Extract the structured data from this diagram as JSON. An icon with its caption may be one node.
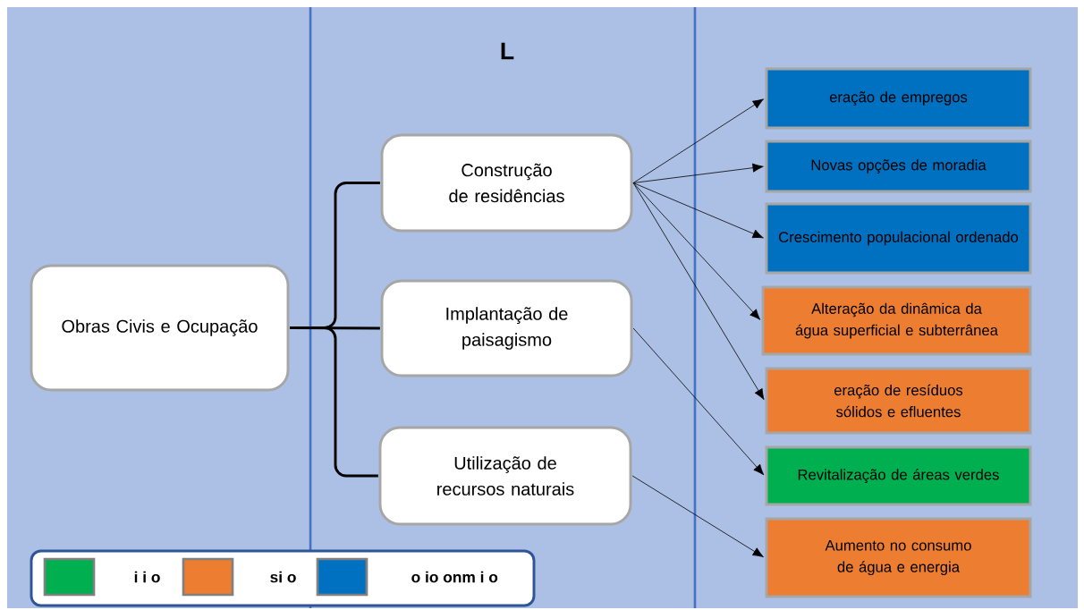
{
  "diagram": {
    "title": "L",
    "nodes": [
      {
        "text": [
          "Obras Civis e Ocupação"
        ]
      },
      {
        "text": [
          "Construção de residências"
        ]
      },
      {
        "text": [
          "Implantação de paisagismo"
        ]
      },
      {
        "text": [
          "Utilização de recursos naturais"
        ]
      },
      {
        "text": [
          "eração de empregos"
        ]
      },
      {
        "text": [
          "Novas opções de moradia"
        ]
      },
      {
        "text": [
          "Crescimento populacional ordenado"
        ]
      },
      {
        "text": [
          "Alteração da dinâmica da água superficial e subterrânea"
        ]
      },
      {
        "text": [
          "eração de resíduos sólidos e efluentes"
        ]
      },
      {
        "text": [
          "Revitalização de áreas verdes"
        ]
      },
      {
        "text": [
          "Aumento no consumo de água e energia"
        ]
      }
    ],
    "edges": [
      {
        "from": 0,
        "to": 1,
        "arrow": "none",
        "style": "thick"
      },
      {
        "from": 0,
        "to": 2,
        "arrow": "none",
        "style": "thick"
      },
      {
        "from": 0,
        "to": 3,
        "arrow": "none",
        "style": "thick"
      },
      {
        "from": 1,
        "to": 4,
        "arrow": "to"
      },
      {
        "from": 1,
        "to": 5,
        "arrow": "to"
      },
      {
        "from": 1,
        "to": 6,
        "arrow": "to"
      },
      {
        "from": 1,
        "to": 7,
        "arrow": "to"
      },
      {
        "from": 1,
        "to": 8,
        "arrow": "to"
      },
      {
        "from": 2,
        "to": 9,
        "arrow": "to"
      },
      {
        "from": 3,
        "to": 10,
        "arrow": "to"
      }
    ],
    "legend": [
      {
        "text": "i i o",
        "color": "#00b050"
      },
      {
        "text": "si o",
        "color": "#ed7d31"
      },
      {
        "text": "o io onm i o",
        "color": "#0070c0"
      }
    ]
  }
}
